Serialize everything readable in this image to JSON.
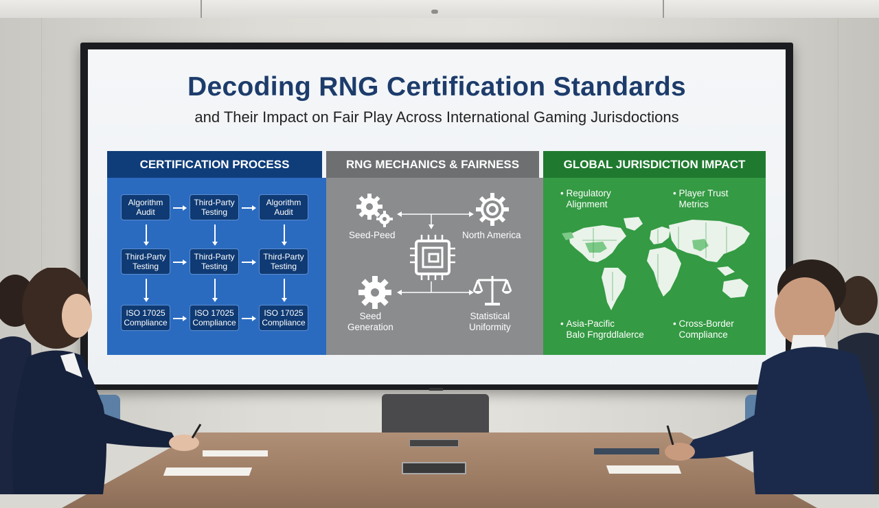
{
  "slide": {
    "title": "Decoding RNG Certification Standards",
    "subtitle": "and Their Impact on Fair Play Across International Gaming Jurisdoctions"
  },
  "panels": {
    "certification": {
      "heading": "CERTIFICATION PROCESS",
      "color": "#2a6bc0",
      "rows": [
        [
          "Algorithm\nAudit",
          "Third-Party\nTesting",
          "Algorithm\nAudit"
        ],
        [
          "Third-Party\nTesting",
          "Third-Party\nTesting",
          "Third-Party\nTesting"
        ],
        [
          "ISO 17025\nCompliance",
          "ISO 17025\nCompliance",
          "ISO 17025\nCompliance"
        ]
      ]
    },
    "mechanics": {
      "heading": "RNG MECHANICS & FAIRNESS",
      "color": "#8a8c8e",
      "top_left_label": "Seed-Peed",
      "top_right_label": "North America",
      "bottom_left_label": "Seed\nGeneration",
      "bottom_right_label": "Statistical\nUniformity",
      "icons": [
        "gears-icon",
        "cog-icon",
        "chip-icon",
        "gear-icon",
        "scales-icon"
      ]
    },
    "jurisdiction": {
      "heading": "GLOBAL JURISDICTION IMPACT",
      "color": "#349a43",
      "top_left": "Regulatory\nAlignment",
      "top_right": "Player Trust\nMetrics",
      "bottom_left": "Asia-Pacific\nBalo Fngrddlalerce",
      "bottom_right": "Cross-Border\nCompliance"
    }
  }
}
